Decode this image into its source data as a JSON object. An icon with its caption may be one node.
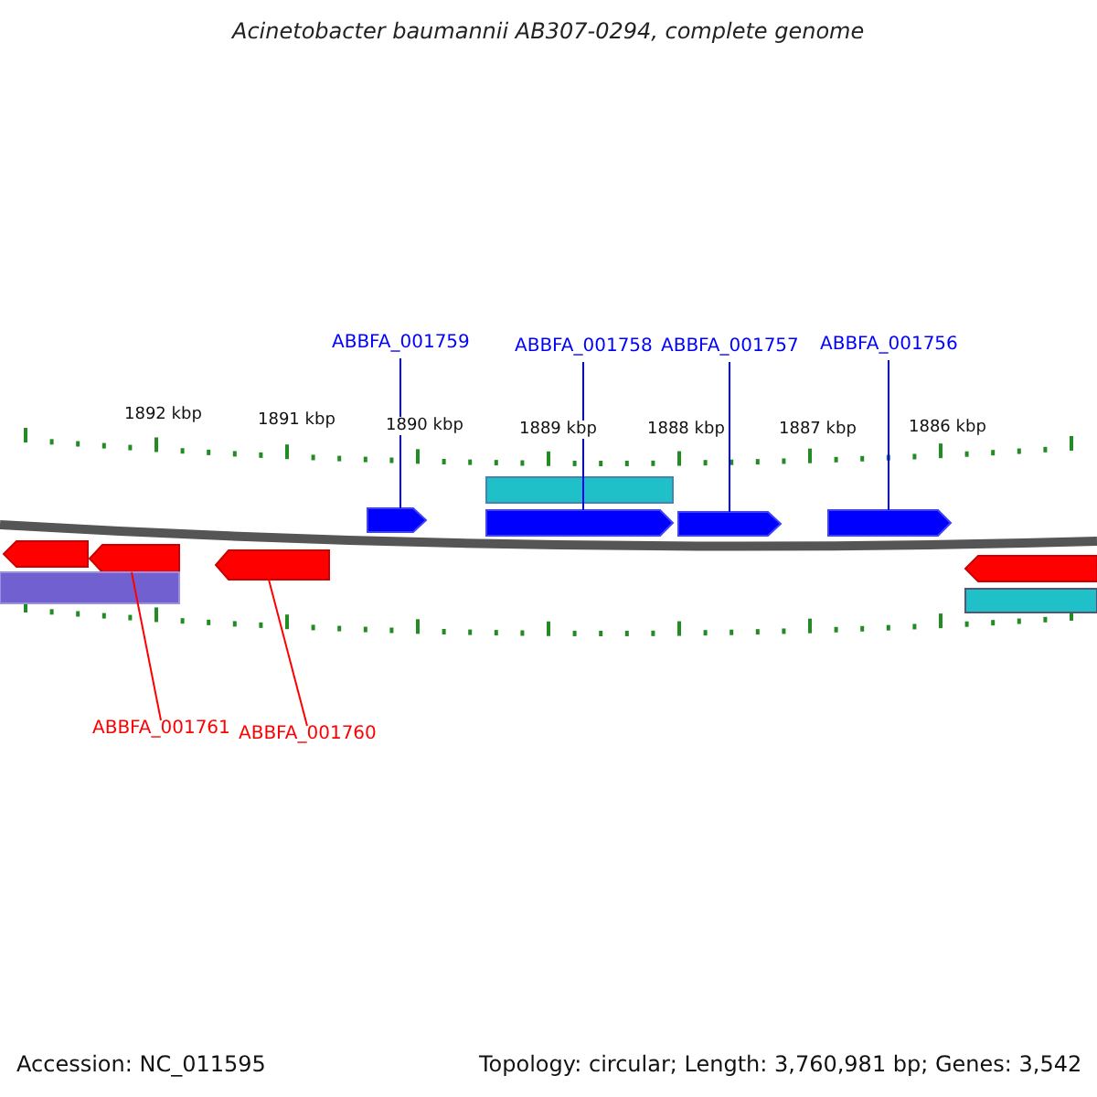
{
  "diagram": {
    "title": "Acinetobacter baumannii AB307-0294, complete genome",
    "nodes": [
      {
        "text": [
          "ABBFA_001759"
        ]
      },
      {
        "text": [
          "ABBFA_001758"
        ]
      },
      {
        "text": [
          "ABBFA_001757"
        ]
      },
      {
        "text": [
          "ABBFA_001756"
        ]
      },
      {
        "text": [],
        "shape": "arrow"
      },
      {
        "text": [],
        "shape": "arrow"
      },
      {
        "text": [],
        "shape": "arrow"
      },
      {
        "text": [],
        "shape": "arrow"
      },
      {
        "text": [],
        "shape": "arrow"
      },
      {
        "text": [],
        "shape": "arrow"
      },
      {
        "text": [
          "ABBFA_001761"
        ]
      },
      {
        "text": [
          "ABBFA_001760"
        ]
      },
      {
        "text": [],
        "shape": "bar"
      },
      {
        "text": [],
        "shape": "arrow"
      },
      {
        "text": [],
        "shape": "bar"
      },
      {
        "text": [],
        "shape": "arrow"
      },
      {
        "text": [],
        "shape": "bar"
      }
    ],
    "edges": [
      {
        "from": 0,
        "to": 4,
        "arrow": "none"
      },
      {
        "from": 1,
        "to": 5,
        "arrow": "none"
      },
      {
        "from": 2,
        "to": 6,
        "arrow": "none"
      },
      {
        "from": 3,
        "to": 7,
        "arrow": "none"
      },
      {
        "from": 10,
        "to": 8,
        "arrow": "none",
        "color": "#ff0000"
      },
      {
        "from": 11,
        "to": 9,
        "arrow": "none",
        "color": "#ff0000"
      }
    ],
    "labels": [
      "1892 kbp",
      "1891 kbp",
      "1890 kbp",
      "1889 kbp",
      "1888 kbp",
      "1887 kbp",
      "1886 kbp",
      "Accession: NC_011595",
      "Topology: circular; Length: 3,760,981 bp; Genes: 3,542"
    ]
  }
}
